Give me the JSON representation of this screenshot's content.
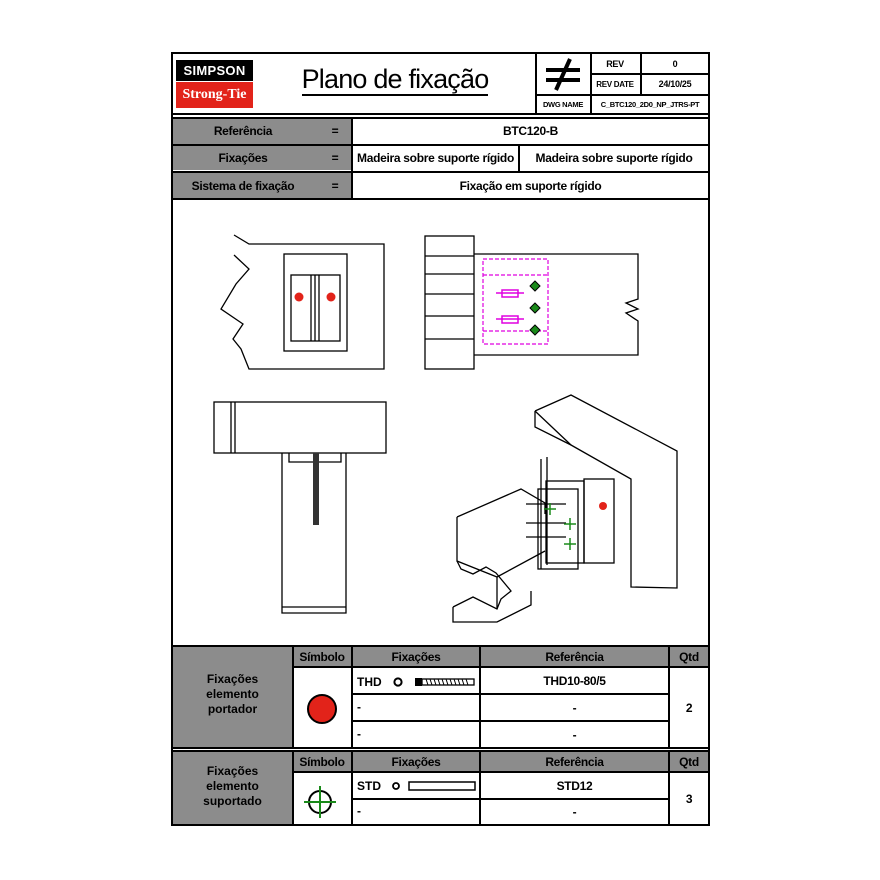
{
  "header": {
    "logo_top": "SIMPSON",
    "logo_bottom": "Strong-Tie",
    "title": "Plano de fixação",
    "rev_label": "REV",
    "rev_value": "0",
    "rev_date_label": "REV DATE",
    "rev_date_value": "24/10/25",
    "dwg_name_label": "DWG NAME",
    "dwg_name_value": "C_BTC120_2D0_NP_JTRS-PT",
    "symbol_icon": "not-equal-icon"
  },
  "info": {
    "referencia_label": "Referência",
    "referencia_value": "BTC120-B",
    "fixacoes_label": "Fixações",
    "fixacoes_left": "Madeira sobre suporte rígido",
    "fixacoes_right": "Madeira sobre suporte rígido",
    "sistema_label": "Sistema de fixação",
    "sistema_value": "Fixação em suporte rígido",
    "equals": "="
  },
  "table1": {
    "side_label": "Fixações\nelemento\nportador",
    "col_symbol": "Símbolo",
    "col_fixacoes": "Fixações",
    "col_referencia": "Referência",
    "col_qtd": "Qtd",
    "rows": [
      {
        "fix": "THD",
        "ref": "THD10-80/5"
      },
      {
        "fix": "-",
        "ref": "-"
      },
      {
        "fix": "-",
        "ref": "-"
      }
    ],
    "qtd": "2",
    "symbol_color": "#e2231a"
  },
  "table2": {
    "side_label": "Fixações\nelemento\nsuportado",
    "col_symbol": "Símbolo",
    "col_fixacoes": "Fixações",
    "col_referencia": "Referência",
    "col_qtd": "Qtd",
    "rows": [
      {
        "fix": "STD",
        "ref": "STD12"
      },
      {
        "fix": "-",
        "ref": "-"
      }
    ],
    "qtd": "3",
    "symbol_color": "#1a8a1a"
  },
  "colors": {
    "gray": "#8c8c8c",
    "red": "#e2231a",
    "magenta": "#e000e0",
    "green": "#1a8a1a"
  }
}
